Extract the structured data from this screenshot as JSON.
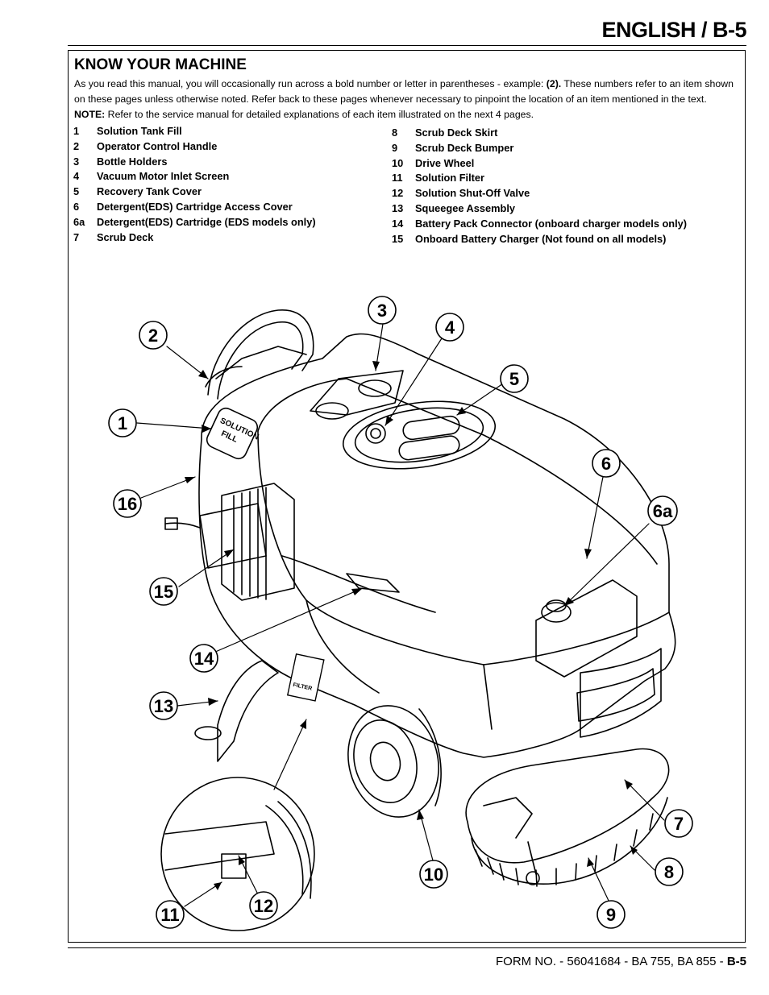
{
  "header": {
    "title": "ENGLISH / B-5"
  },
  "section": {
    "title": "KNOW YOUR MACHINE",
    "intro_1": "As you read this manual, you will occasionally run across a bold number or letter in parentheses - example: ",
    "intro_example": "(2).",
    "intro_2": "  These numbers refer to an item shown on these pages unless otherwise noted.  Refer back to these pages whenever necessary to pinpoint the location of an item mentioned in the text.  ",
    "intro_note_label": "NOTE:",
    "intro_3": "  Refer to the service manual for detailed explanations of each item illustrated on the next 4 pages."
  },
  "items_left": [
    {
      "num": "1",
      "label": "Solution Tank Fill"
    },
    {
      "num": "2",
      "label": "Operator Control Handle"
    },
    {
      "num": "3",
      "label": "Bottle Holders"
    },
    {
      "num": "4",
      "label": "Vacuum Motor Inlet Screen"
    },
    {
      "num": "5",
      "label": "Recovery Tank Cover"
    },
    {
      "num": "6",
      "label": "Detergent(EDS) Cartridge Access Cover"
    },
    {
      "num": "6a",
      "label": "Detergent(EDS) Cartridge (EDS models only)"
    },
    {
      "num": "7",
      "label": "Scrub Deck"
    }
  ],
  "items_right": [
    {
      "num": "8",
      "label": "Scrub Deck Skirt"
    },
    {
      "num": "9",
      "label": "Scrub Deck Bumper"
    },
    {
      "num": "10",
      "label": "Drive Wheel"
    },
    {
      "num": "11",
      "label": "Solution Filter"
    },
    {
      "num": "12",
      "label": "Solution Shut-Off Valve"
    },
    {
      "num": "13",
      "label": "Squeegee Assembly"
    },
    {
      "num": "14",
      "label": "Battery Pack Connector (onboard charger models only)"
    },
    {
      "num": "15",
      "label": "Onboard Battery Charger (Not found on all models)"
    }
  ],
  "illustration": {
    "callouts": [
      "1",
      "2",
      "3",
      "4",
      "5",
      "6",
      "6a",
      "7",
      "8",
      "9",
      "10",
      "11",
      "12",
      "13",
      "14",
      "15",
      "16"
    ],
    "labels": {
      "solution": "SOLUTION",
      "fill": "FILL",
      "filter": "FILTER"
    }
  },
  "footer": {
    "text": "FORM NO. - 56041684 - BA 755, BA 855 - ",
    "page": "B-5"
  }
}
